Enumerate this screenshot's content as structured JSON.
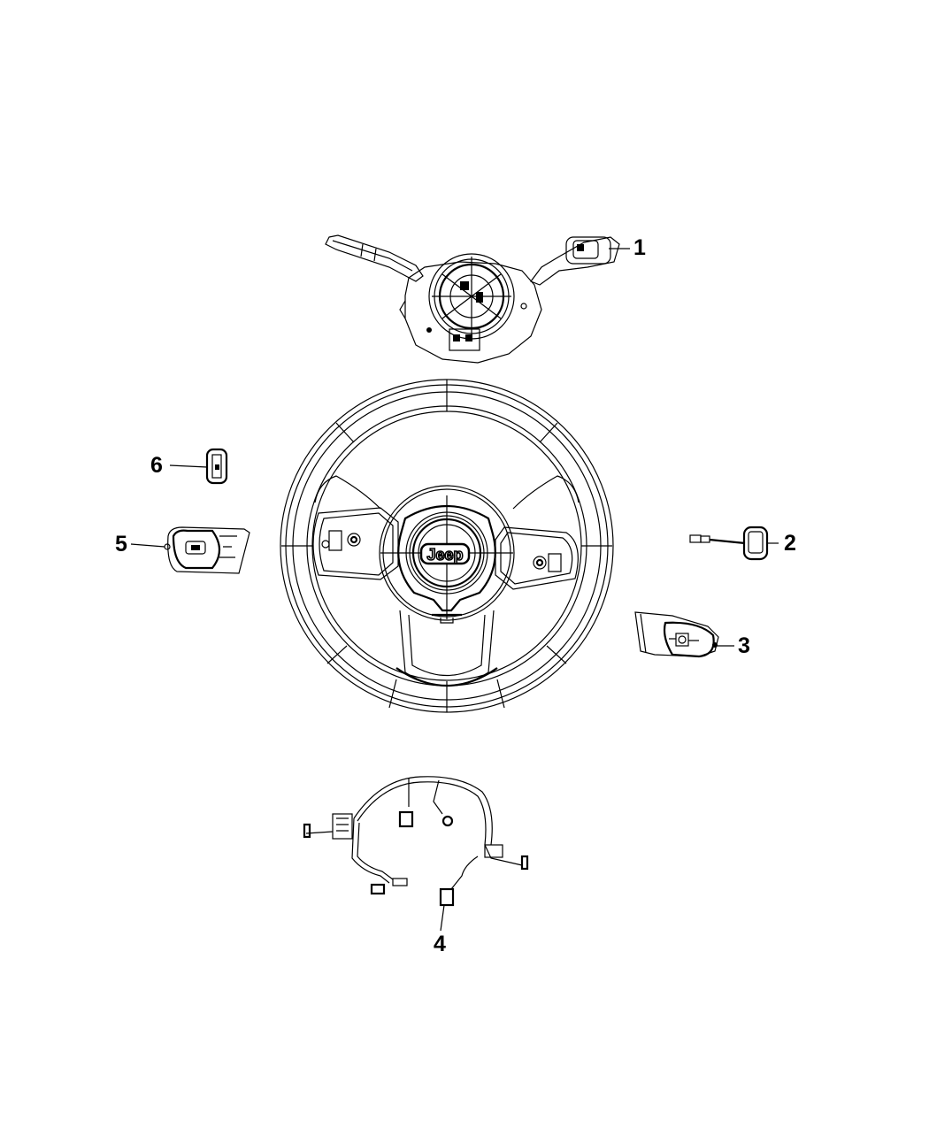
{
  "diagram": {
    "type": "parts-exploded-view",
    "subject": "Steering wheel switches and clockspring",
    "center_logo_text": "Jeep",
    "colors": {
      "line": "#000000",
      "background": "#ffffff"
    }
  },
  "callouts": [
    {
      "id": "1",
      "label": "1",
      "part": "clockspring / multifunction switch assembly"
    },
    {
      "id": "2",
      "label": "2",
      "part": "switch with pigtail connector"
    },
    {
      "id": "3",
      "label": "3",
      "part": "right steering wheel switch"
    },
    {
      "id": "4",
      "label": "4",
      "part": "steering wheel wiring harness"
    },
    {
      "id": "5",
      "label": "5",
      "part": "left steering wheel switch"
    },
    {
      "id": "6",
      "label": "6",
      "part": "small switch"
    }
  ]
}
